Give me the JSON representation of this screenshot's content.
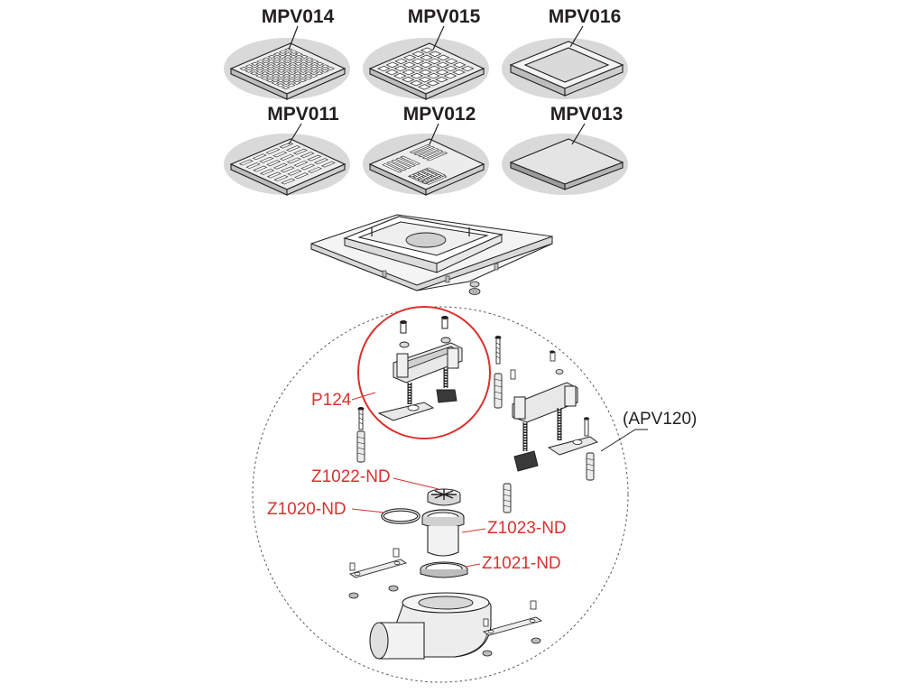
{
  "grates": [
    {
      "code": "MPV014",
      "pattern": "small-squares"
    },
    {
      "code": "MPV015",
      "pattern": "large-squares"
    },
    {
      "code": "MPV016",
      "pattern": "tile-insert-tray"
    },
    {
      "code": "MPV011",
      "pattern": "slots"
    },
    {
      "code": "MPV012",
      "pattern": "diagonal-slots"
    },
    {
      "code": "MPV013",
      "pattern": "solid-plate"
    }
  ],
  "callouts": {
    "p124": "P124",
    "z1022": "Z1022-ND",
    "z1020": "Z1020-ND",
    "z1023": "Z1023-ND",
    "z1021": "Z1021-ND",
    "apv120": "(APV120)"
  },
  "colors": {
    "callout_red": "#d9322e",
    "ink": "#231f20",
    "oval_gray": "#d9d9d9",
    "grate_fill": "#e9e9e9"
  }
}
